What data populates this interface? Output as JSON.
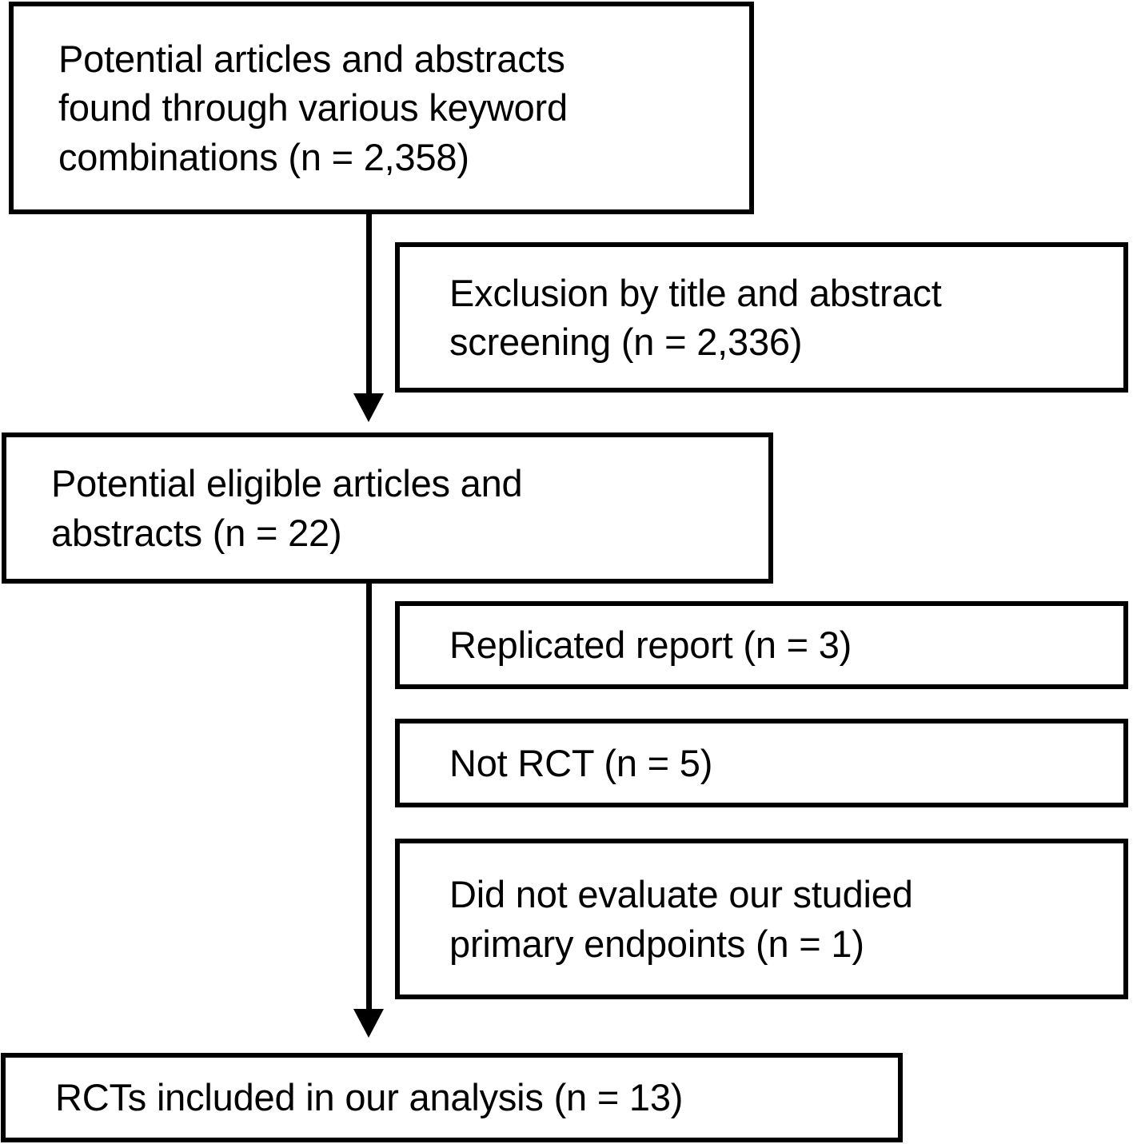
{
  "diagram": {
    "type": "prisma-flow-diagram",
    "title": "",
    "colors": {
      "stroke": "#000000",
      "fill": "#ffffff",
      "text": "#000000"
    },
    "nodes": {
      "source": {
        "label": "Potential articles and abstracts found through various keyword combinations (n = 2,358)",
        "text": "Potential articles and abstracts\nfound through various keyword\ncombinations (n = 2,358)",
        "n": 2358
      },
      "exclusion_screening": {
        "label": "Exclusion by title and abstract screening (n = 2,336)",
        "text": "Exclusion by title and abstract\nscreening (n = 2,336)",
        "n": 2336
      },
      "eligible": {
        "label": "Potential eligible articles and abstracts (n = 22)",
        "text": "Potential eligible articles and\nabstracts (n = 22)",
        "n": 22
      },
      "exclusion_duplicate": {
        "label": "Replicated report (n = 3)",
        "text": "Replicated report (n = 3)",
        "n": 3
      },
      "exclusion_not_rct": {
        "label": "Not RCT (n = 5)",
        "text": "Not RCT (n = 5)",
        "n": 5
      },
      "exclusion_endpoints": {
        "label": "Did not evaluate our studied primary endpoints (n = 1)",
        "text": "Did not evaluate our studied\nprimary endpoints (n = 1)",
        "n": 1
      },
      "included": {
        "label": "RCTs included in our analysis (n = 13)",
        "text": "RCTs included in our analysis (n = 13)",
        "n": 13
      }
    },
    "edges": [
      {
        "from": "source",
        "to": "eligible",
        "style": "arrow-down"
      },
      {
        "from": "eligible",
        "to": "included",
        "style": "arrow-down"
      },
      {
        "from": "source",
        "to": "exclusion_screening",
        "style": "side-branch"
      },
      {
        "from": "eligible",
        "to": "exclusion_duplicate",
        "style": "side-branch"
      },
      {
        "from": "eligible",
        "to": "exclusion_not_rct",
        "style": "side-branch"
      },
      {
        "from": "eligible",
        "to": "exclusion_endpoints",
        "style": "side-branch"
      }
    ]
  }
}
